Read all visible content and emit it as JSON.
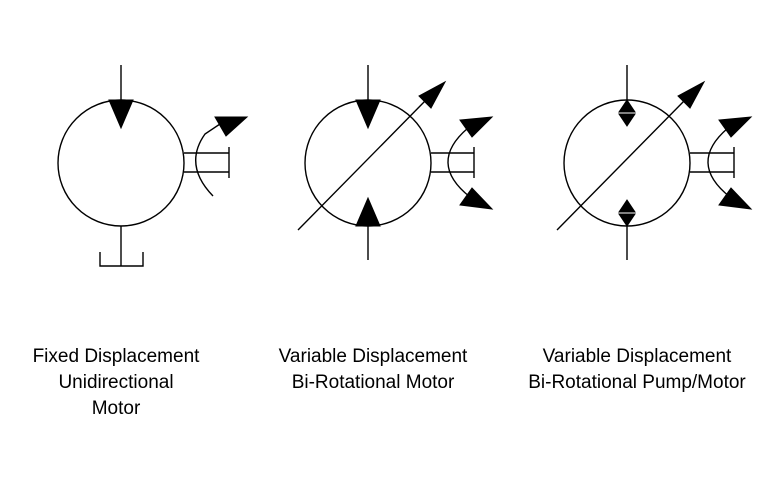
{
  "symbols": [
    {
      "caption": [
        "Fixed Displacement",
        "Unidirectional",
        "Motor"
      ]
    },
    {
      "caption": [
        "Variable Displacement",
        "Bi-Rotational Motor"
      ]
    },
    {
      "caption": [
        "Variable Displacement",
        "Bi-Rotational Pump/Motor"
      ]
    }
  ]
}
